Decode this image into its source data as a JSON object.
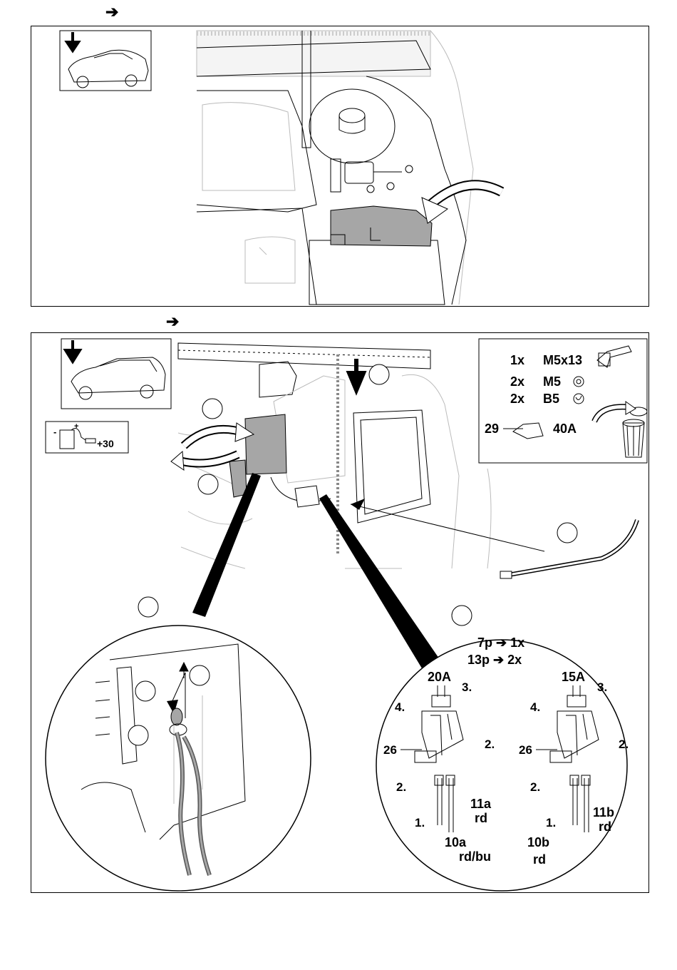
{
  "step1": {
    "arrow": "➔"
  },
  "step2": {
    "arrow": "➔",
    "battery_label": "+30",
    "parts": {
      "row1": {
        "qty": "1x",
        "name": "M5x13"
      },
      "row2": {
        "qty": "2x",
        "name": "M5"
      },
      "row3": {
        "qty": "2x",
        "name": "B5"
      },
      "fuse_ref": "29",
      "fuse_rating": "40A"
    },
    "detail_right": {
      "count_line1": "7p ➔ 1x",
      "count_line2": "13p ➔ 2x",
      "left": {
        "fuse": "20A",
        "holder": "26",
        "step1": "1.",
        "step2a": "2.",
        "step2b": "2.",
        "step3": "3.",
        "step4": "4.",
        "wire_a_id": "11a",
        "wire_a_color": "rd",
        "wire_b_id": "10a",
        "wire_b_color": "rd/bu"
      },
      "right": {
        "fuse": "15A",
        "holder": "26",
        "step1": "1.",
        "step2a": "2.",
        "step2b": "2.",
        "step3": "3.",
        "step4": "4.",
        "wire_a_id": "11b",
        "wire_a_color": "rd",
        "wire_b_id": "10b",
        "wire_b_color": "rd"
      }
    }
  },
  "colors": {
    "part_gray": "#a6a6a6",
    "line": "#000000",
    "faint": "#bbbbbb"
  }
}
